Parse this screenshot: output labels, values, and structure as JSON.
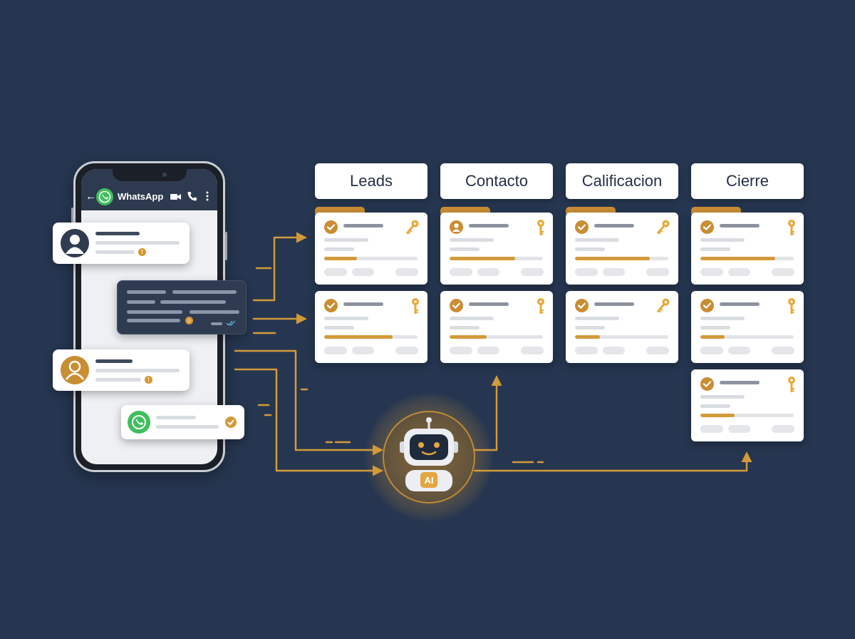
{
  "phone": {
    "app_name": "WhatsApp",
    "back_icon": "arrow-left-icon",
    "logo_icon": "whatsapp-icon",
    "action_icons": [
      "video-icon",
      "phone-icon",
      "menu-dots-icon"
    ]
  },
  "columns": [
    {
      "title": "Leads"
    },
    {
      "title": "Contacto"
    },
    {
      "title": "Calificacion"
    },
    {
      "title": "Cierre"
    }
  ],
  "cards": [
    {
      "column": 0,
      "row": 0,
      "progress": 0.35,
      "icon": "check-icon",
      "key": "key-angled-icon"
    },
    {
      "column": 0,
      "row": 1,
      "progress": 0.73,
      "icon": "check-icon",
      "key": "key-upright-icon"
    },
    {
      "column": 1,
      "row": 0,
      "progress": 0.7,
      "icon": "user-icon",
      "key": "key-upright-icon"
    },
    {
      "column": 1,
      "row": 1,
      "progress": 0.4,
      "icon": "check-icon",
      "key": "key-upright-icon"
    },
    {
      "column": 2,
      "row": 0,
      "progress": 0.8,
      "icon": "check-icon",
      "key": "key-angled-icon"
    },
    {
      "column": 2,
      "row": 1,
      "progress": 0.27,
      "icon": "check-icon",
      "key": "key-angled-icon"
    },
    {
      "column": 3,
      "row": 0,
      "progress": 0.8,
      "icon": "check-icon",
      "key": "key-upright-icon"
    },
    {
      "column": 3,
      "row": 1,
      "progress": 0.26,
      "icon": "check-icon",
      "key": "key-upright-icon"
    },
    {
      "column": 3,
      "row": 2,
      "progress": 0.37,
      "icon": "check-icon",
      "key": "key-upright-icon"
    }
  ],
  "ai": {
    "label": "AI",
    "icon": "robot-icon"
  },
  "colors": {
    "background": "#263650",
    "accent": "#d39a3a",
    "card": "#ffffff",
    "text": "#243049",
    "whatsapp": "#3fbf5c"
  }
}
